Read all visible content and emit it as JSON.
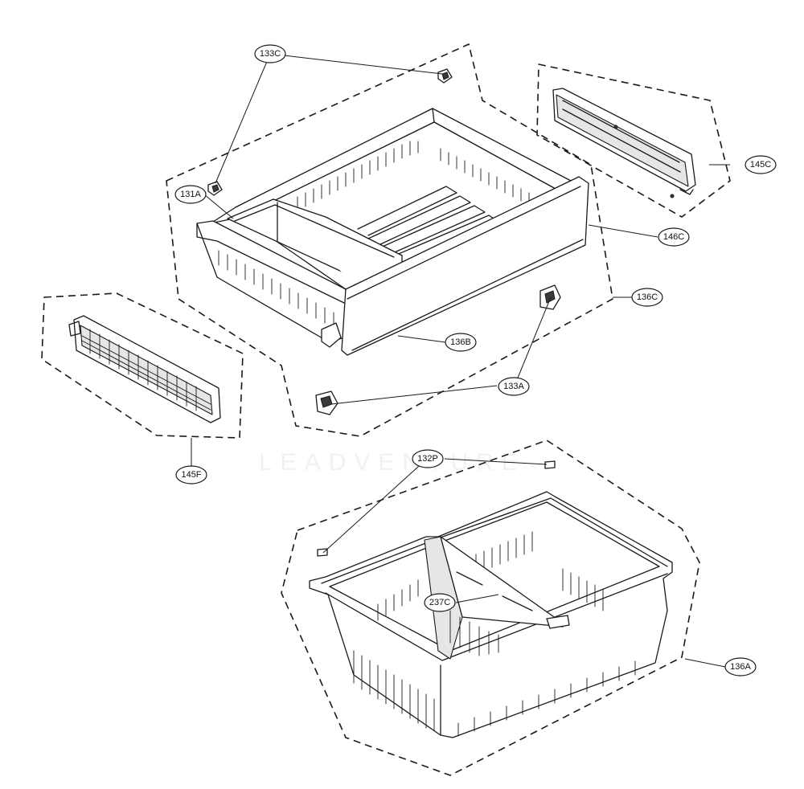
{
  "watermark": "LEADVENTURE",
  "labels": {
    "l133C": "133C",
    "l131A": "131A",
    "l145C": "145C",
    "l146C": "146C",
    "l136C": "136C",
    "l136B": "136B",
    "l133A": "133A",
    "l145F": "145F",
    "l132P": "132P",
    "l237C": "237C",
    "l136A": "136A"
  }
}
